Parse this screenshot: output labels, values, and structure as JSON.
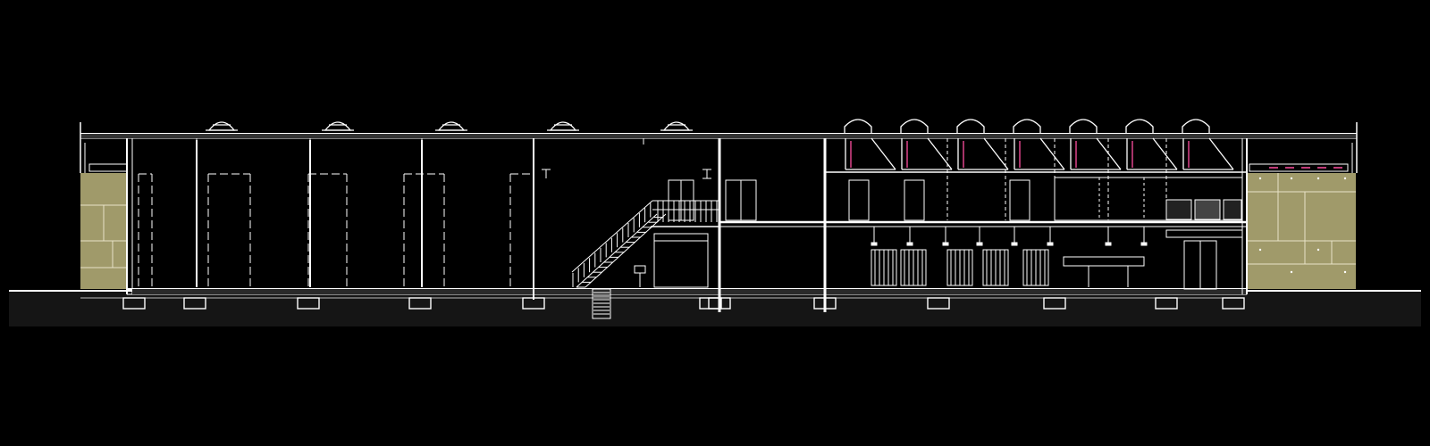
{
  "drawing": {
    "type": "architectural-section",
    "background": "#000000",
    "line_color": "#ffffff",
    "panel_color": "#a09a6a",
    "ground_hatch_color": "#4a4a4a",
    "accent_color": "#ff4fa0",
    "rooflight_domes_count": 5,
    "sawtooth_rooflights_count": 7,
    "floors_right_block": 2
  }
}
